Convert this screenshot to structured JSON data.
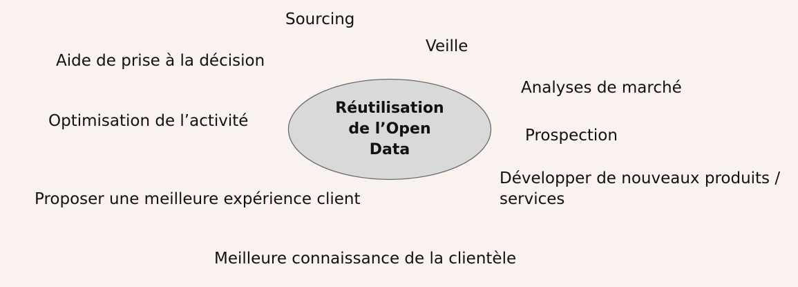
{
  "diagram": {
    "center": {
      "label": "Réutilisation\nde l’Open\nData",
      "fill": "#d9d9d9",
      "stroke": "#6b6b6b"
    },
    "items": {
      "sourcing": "Sourcing",
      "veille": "Veille",
      "aide_decision": "Aide de prise à la décision",
      "analyses_marche": "Analyses de marché",
      "optimisation": "Optimisation de l’activité",
      "prospection": "Prospection",
      "developper": "Développer de nouveaux produits /\nservices",
      "experience_client": "Proposer une meilleure expérience client",
      "connaissance_clientele": "Meilleure connaissance de la clientèle"
    }
  }
}
